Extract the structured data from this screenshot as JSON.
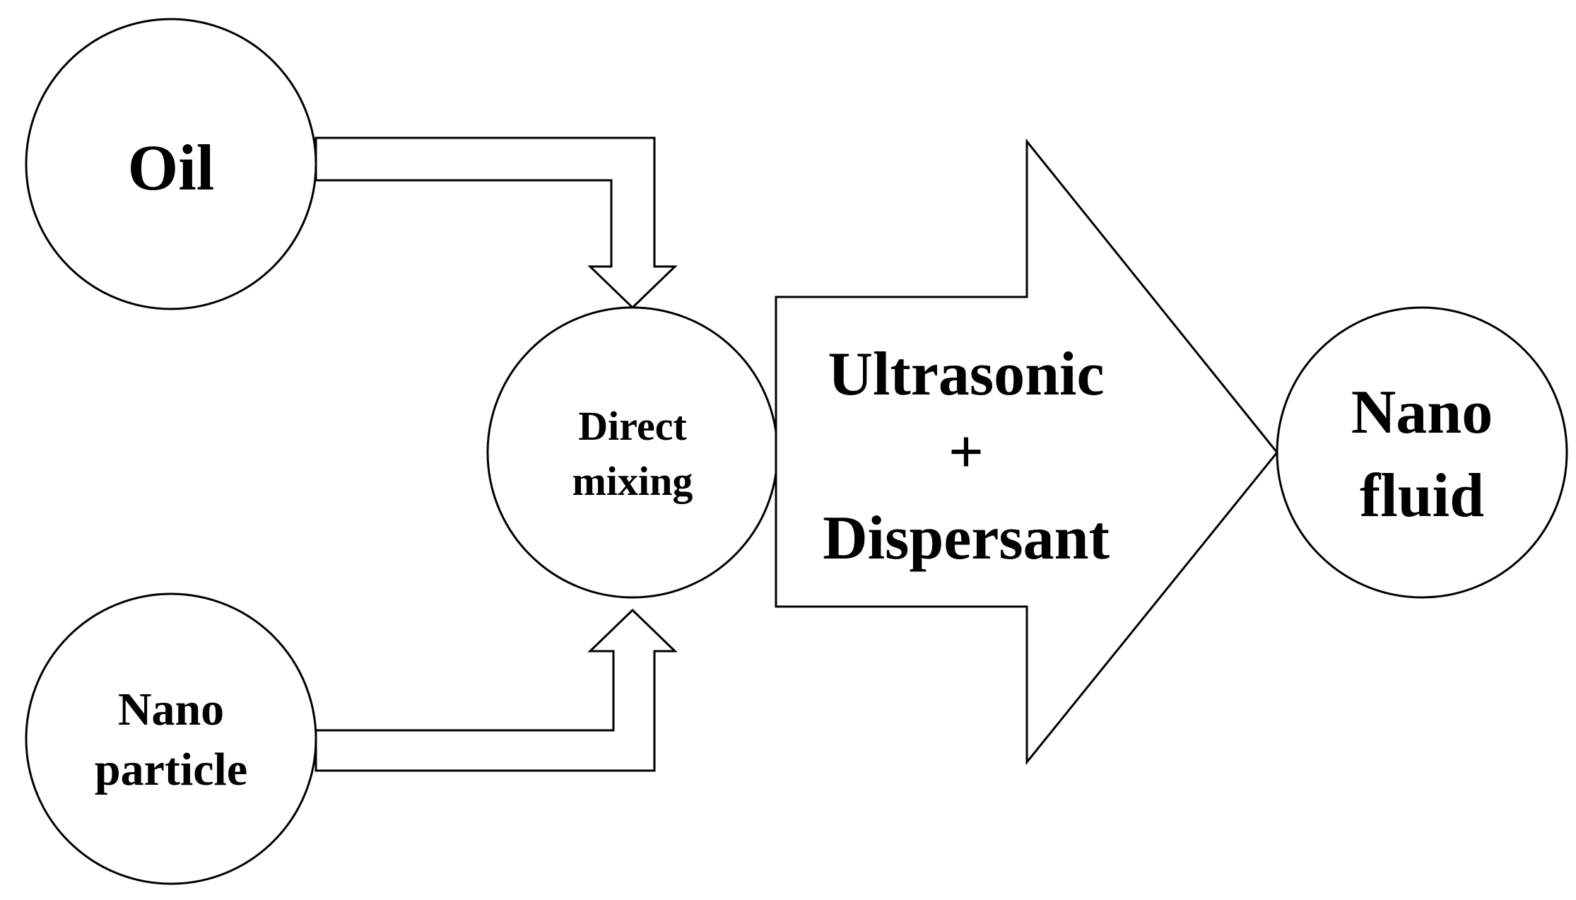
{
  "nodes": {
    "oil": {
      "lines": [
        "Oil"
      ]
    },
    "nanoparticle": {
      "lines": [
        "Nano",
        "particle"
      ]
    },
    "mixing": {
      "lines": [
        "Direct",
        "mixing"
      ]
    },
    "process": {
      "lines": [
        "Ultrasonic",
        "+",
        "Dispersant"
      ]
    },
    "nanofluid": {
      "lines": [
        "Nano",
        "fluid"
      ]
    }
  },
  "colors": {
    "stroke": "#000000",
    "fill": "#ffffff",
    "text": "#000000"
  }
}
